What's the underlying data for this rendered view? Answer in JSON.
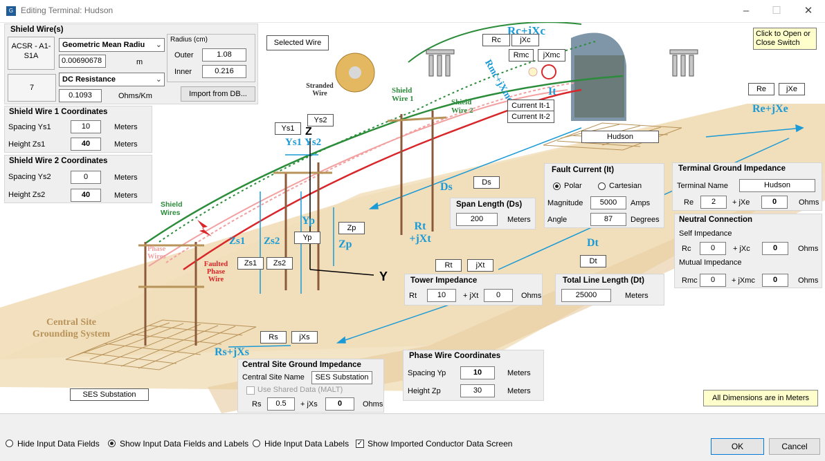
{
  "window": {
    "title": "Editing Terminal: Hudson",
    "icon": "app-icon"
  },
  "shield_wires": {
    "heading": "Shield Wire(s)",
    "conductor_name": "ACSR - A1-S1A",
    "conductor_number": "7",
    "radius_mode": "Geometric Mean Radiu",
    "radius_value": "0.00690678",
    "radius_unit": "m",
    "resistance_mode": "DC Resistance",
    "resistance_value": "0.1093",
    "resistance_unit": "Ohms/Km",
    "radius_group": "Radius (cm)",
    "outer_label": "Outer",
    "outer_value": "1.08",
    "inner_label": "Inner",
    "inner_value": "0.216",
    "import_button": "Import from DB..."
  },
  "shield1": {
    "heading": "Shield Wire 1 Coordinates",
    "spacing_label": "Spacing Ys1",
    "spacing_value": "10",
    "height_label": "Height Zs1",
    "height_value": "40",
    "unit": "Meters"
  },
  "shield2": {
    "heading": "Shield Wire 2 Coordinates",
    "spacing_label": "Spacing Ys2",
    "spacing_value": "0",
    "height_label": "Height Zs2",
    "height_value": "40",
    "unit": "Meters"
  },
  "selected_wire_button": "Selected Wire",
  "switch_note": "Click to Open or Close Switch",
  "fault_current": {
    "heading": "Fault Current (It)",
    "polar": "Polar",
    "cartesian": "Cartesian",
    "magnitude_label": "Magnitude",
    "magnitude_value": "5000",
    "magnitude_unit": "Amps",
    "angle_label": "Angle",
    "angle_value": "87",
    "angle_unit": "Degrees",
    "mode": "Polar"
  },
  "span_length": {
    "heading": "Span Length (Ds)",
    "value": "200",
    "unit": "Meters"
  },
  "tower_impedance": {
    "heading": "Tower Impedance",
    "rt_label": "Rt",
    "rt_value": "10",
    "jxt_label": "+ jXt",
    "jxt_value": "0",
    "unit": "Ohms"
  },
  "total_line_length": {
    "heading": "Total Line Length (Dt)",
    "value": "25000",
    "unit": "Meters"
  },
  "terminal_ground": {
    "heading": "Terminal Ground Impedance",
    "name_label": "Terminal Name",
    "name_value": "Hudson",
    "re_label": "Re",
    "re_value": "2",
    "jxe_label": "+ jXe",
    "jxe_value": "0",
    "unit": "Ohms"
  },
  "neutral_connection": {
    "heading": "Neutral Connection",
    "self_label": "Self Impedance",
    "rc_label": "Rc",
    "rc_value": "0",
    "jxc_label": "+ jXc",
    "jxc_value": "0",
    "mutual_label": "Mutual Impedance",
    "rmc_label": "Rmc",
    "rmc_value": "0",
    "jxmc_label": "+ jXmc",
    "jxmc_value": "0",
    "unit": "Ohms"
  },
  "central_site": {
    "heading": "Central Site Ground Impedance",
    "name_label": "Central Site Name",
    "name_value": "SES Substation",
    "shared_label": "Use Shared Data (MALT)",
    "rs_label": "Rs",
    "rs_value": "0.5",
    "jxs_label": "+ jXs",
    "jxs_value": "0",
    "unit": "Ohms"
  },
  "phase_wire": {
    "heading": "Phase Wire Coordinates",
    "spacing_label": "Spacing Yp",
    "spacing_value": "10",
    "height_label": "Height Zp",
    "height_value": "30",
    "unit": "Meters"
  },
  "dimensions_note": "All Dimensions are in Meters",
  "diagram": {
    "tags": {
      "rc": "Rc",
      "jxc": "jXc",
      "rmc": "Rmc",
      "jxmc": "jXmc",
      "current1": "Current It-1",
      "current2": "Current It-2",
      "re": "Re",
      "jxe": "jXe",
      "hudson": "Hudson",
      "ys1": "Ys1",
      "ys2": "Ys2",
      "ds": "Ds",
      "zp": "Zp",
      "yp": "Yp",
      "zs1": "Zs1",
      "zs2": "Zs2",
      "rt": "Rt",
      "jxt": "jXt",
      "dt": "Dt",
      "rs": "Rs",
      "jxs": "jXs",
      "ses": "SES Substation"
    },
    "labels": {
      "rc_jxc": "Rc+jXc",
      "rmc_jxmc": "Rmc+jXmc",
      "it": "It",
      "re_jxe": "Re+jXe",
      "stranded": "Stranded Wire",
      "shield1": "Shield Wire 1",
      "shield2": "Shield Wire 2",
      "shield_wires": "Shield Wires",
      "phase_wires": "Phase Wires",
      "faulted": "Faulted Phase Wire",
      "z": "Z",
      "y": "Y",
      "ys1": "Ys1",
      "ys2": "Ys2",
      "ds": "Ds",
      "yp": "Yp",
      "zp": "Zp",
      "zs1": "Zs1",
      "zs2": "Zs2",
      "rt_jxt": "Rt +jXt",
      "dt": "Dt",
      "central": "Central Site Grounding System",
      "rs_jxs": "Rs+jXs"
    }
  },
  "view_options": {
    "hide_inputs": "Hide Input Data Fields",
    "show_inputs": "Show Input Data Fields and Labels",
    "hide_labels": "Hide Input Data Labels",
    "show_imported": "Show Imported Conductor Data Screen",
    "selected": "show_inputs",
    "show_imported_checked": true
  },
  "buttons": {
    "ok": "OK",
    "cancel": "Cancel"
  },
  "colors": {
    "accent_blue": "#1a9ad6",
    "shield_green": "#2b8c3a",
    "fault_red": "#d9262a",
    "ground": "#f2dfbf"
  }
}
